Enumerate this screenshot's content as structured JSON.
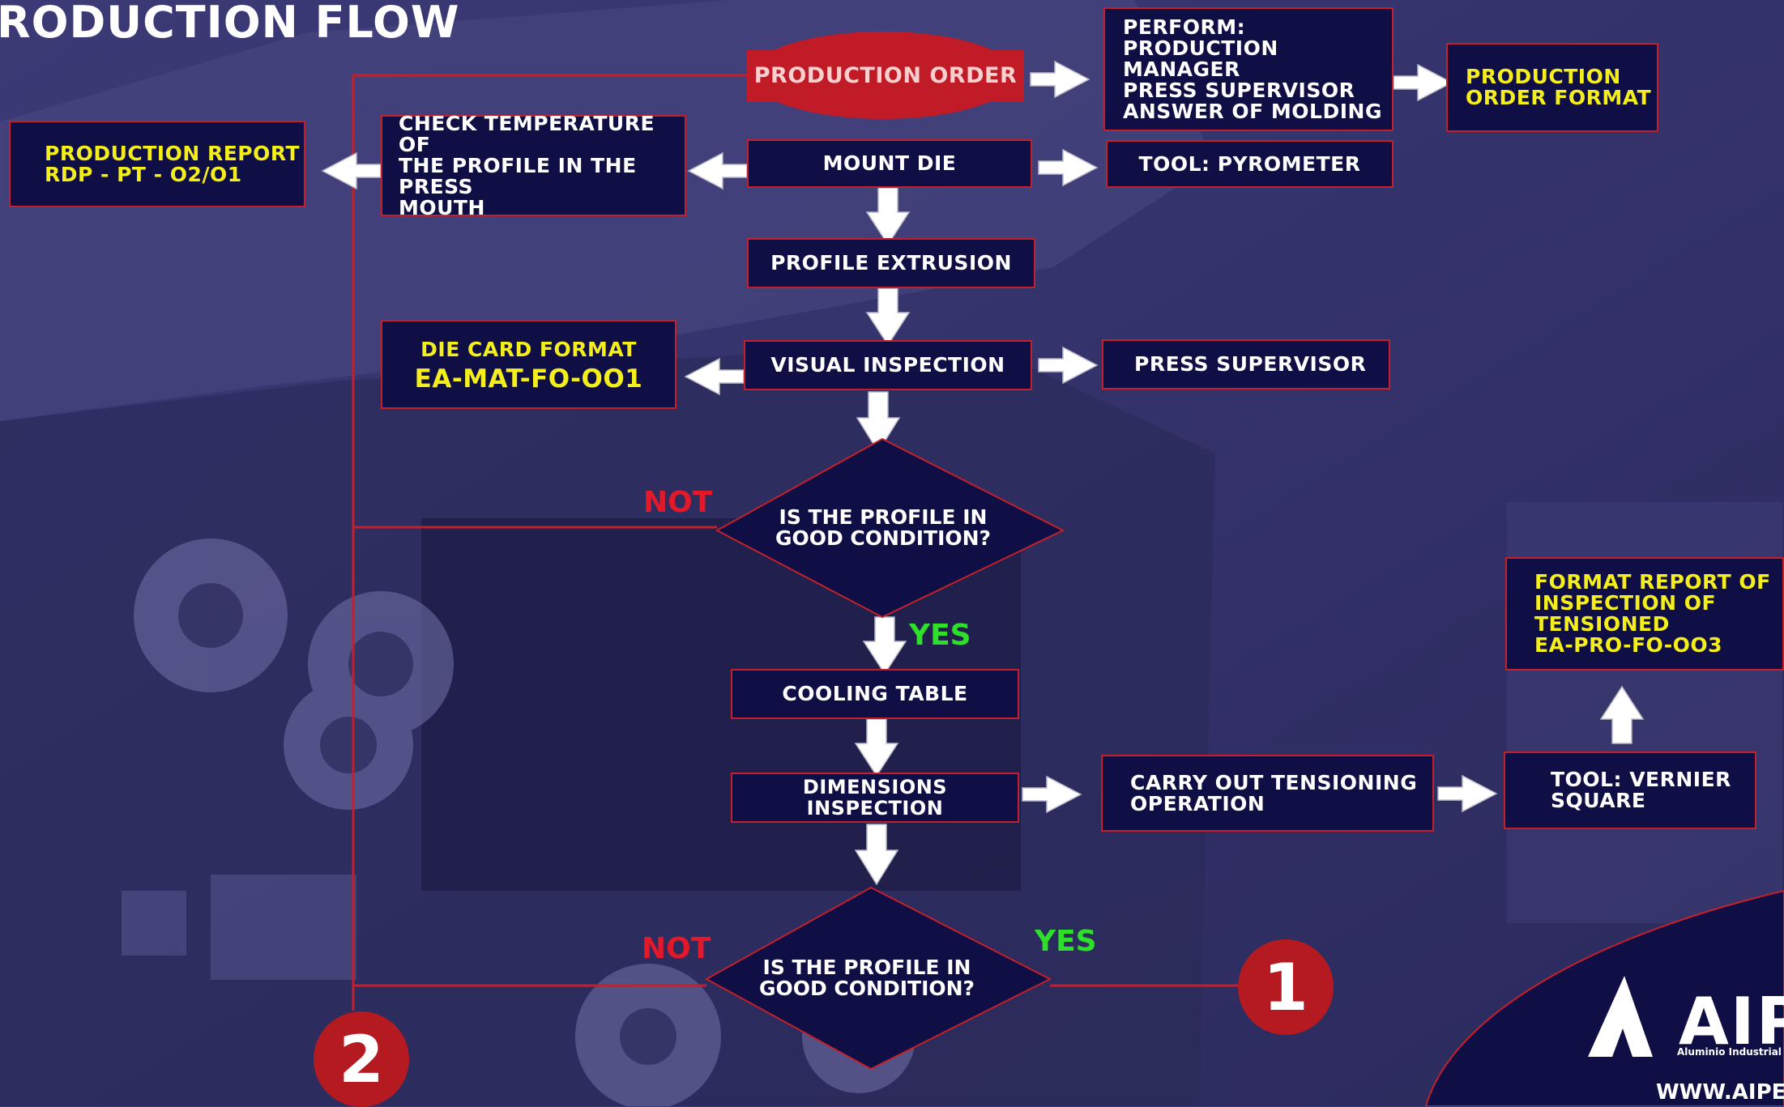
{
  "title": "RODUCTION FLOW",
  "nodes": {
    "production_order": "PRODUCTION ORDER",
    "perform": "PERFORM:\nPRODUCTION MANAGER\nPRESS SUPERVISOR\nANSWER OF MOLDING",
    "production_order_format": "PRODUCTION\nORDER FORMAT",
    "production_report": "PRODUCTION REPORT\nRDP - PT - O2/O1",
    "check_temperature": "CHECK TEMPERATURE OF\nTHE PROFILE IN THE PRESS\nMOUTH",
    "mount_die": "MOUNT DIE",
    "tool_pyrometer": "TOOL: PYROMETER",
    "profile_extrusion": "PROFILE EXTRUSION",
    "die_card_format_title": "DIE CARD FORMAT",
    "die_card_format_code": "EA-MAT-FO-OO1",
    "visual_inspection": "VISUAL INSPECTION",
    "press_supervisor": "PRESS SUPERVISOR",
    "decision_1": "IS THE PROFILE IN\nGOOD CONDITION?",
    "cooling_table": "COOLING TABLE",
    "dimensions_inspection": "DIMENSIONS INSPECTION",
    "tensioning": "CARRY OUT TENSIONING\nOPERATION",
    "tool_vernier": "TOOL: VERNIER\nSQUARE",
    "format_report": "FORMAT REPORT OF\nINSPECTION OF\nTENSIONED\nEA-PRO-FO-OO3",
    "decision_2": "IS THE PROFILE IN\nGOOD CONDITION?"
  },
  "labels": {
    "not_1": "NOT",
    "yes_1": "YES",
    "not_2": "NOT",
    "yes_2": "YES"
  },
  "connectors": {
    "circle_1": "1",
    "circle_2": "2"
  },
  "logo": {
    "name": "AIP",
    "tagline": "Aluminio Industrial y",
    "url": "WWW.AIPES"
  },
  "colors": {
    "box_fill": "#0f0f45",
    "box_border": "#c4202c",
    "highlight_text": "#f4ef1c",
    "no_label": "#e3192a",
    "yes_label": "#2fe02b",
    "connector_circle": "#b51a20"
  }
}
